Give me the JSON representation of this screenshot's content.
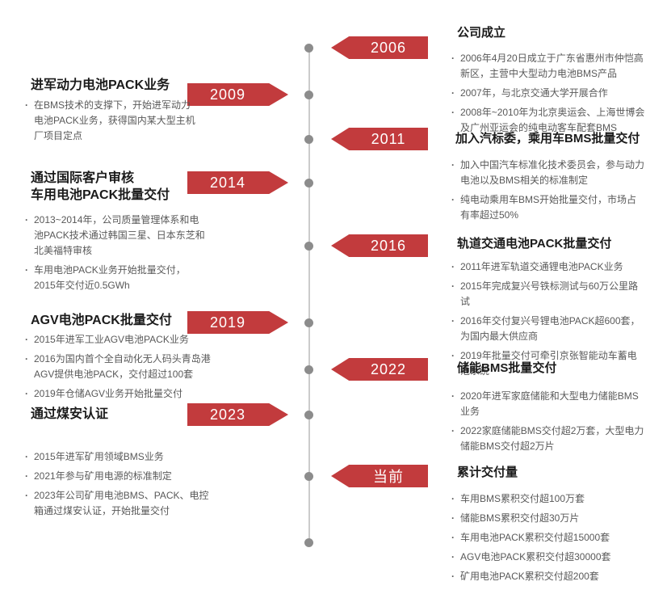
{
  "timeline": {
    "colors": {
      "accent": "#c23b3d",
      "line": "#cbcbcb",
      "dot": "#8c8c8c",
      "title_text": "#1b1b1b",
      "body_text": "#595959"
    },
    "events": [
      {
        "year": "2006",
        "side": "right",
        "title": "公司成立",
        "bullets": [
          "2006年4月20日成立于广东省惠州市仲恺高新区，主营中大型动力电池BMS产品",
          "2007年，与北京交通大学开展合作",
          "2008年~2010年为北京奥运会、上海世博会及广州亚运会的纯电动客车配套BMS"
        ]
      },
      {
        "year": "2009",
        "side": "left",
        "title": "进军动力电池PACK业务",
        "bullets": [
          "在BMS技术的支撑下，开始进军动力电池PACK业务，获得国内某大型主机厂项目定点"
        ]
      },
      {
        "year": "2011",
        "side": "right",
        "title": "加入汽标委，乘用车BMS批量交付",
        "bullets": [
          "加入中国汽车标准化技术委员会，参与动力电池以及BMS相关的标准制定",
          "纯电动乘用车BMS开始批量交付，市场占有率超过50%"
        ]
      },
      {
        "year": "2014",
        "side": "left",
        "title": "通过国际客户审核\n车用电池PACK批量交付",
        "bullets": [
          "2013~2014年，公司质量管理体系和电池PACK技术通过韩国三星、日本东芝和北美福特审核",
          "车用电池PACK业务开始批量交付，2015年交付近0.5GWh"
        ]
      },
      {
        "year": "2016",
        "side": "right",
        "title": "轨道交通电池PACK批量交付",
        "bullets": [
          "2011年进军轨道交通锂电池PACK业务",
          "2015年完成复兴号铁标测试与60万公里路试",
          "2016年交付复兴号锂电池PACK超600套，为国内最大供应商",
          "2019年批量交付可牵引京张智能动车蓄电池系统"
        ]
      },
      {
        "year": "2019",
        "side": "left",
        "title": "AGV电池PACK批量交付",
        "bullets": [
          "2015年进军工业AGV电池PACK业务",
          "2016为国内首个全自动化无人码头青岛港AGV提供电池PACK，交付超过100套",
          "2019年仓储AGV业务开始批量交付"
        ]
      },
      {
        "year": "2022",
        "side": "right",
        "title": "储能BMS批量交付",
        "bullets": [
          "2020年进军家庭储能和大型电力储能BMS业务",
          "2022家庭储能BMS交付超2万套，大型电力储能BMS交付超2万片"
        ]
      },
      {
        "year": "2023",
        "side": "left",
        "title": "通过煤安认证",
        "bullets": [
          "2015年进军矿用领域BMS业务",
          "2021年参与矿用电源的标准制定",
          "2023年公司矿用电池BMS、PACK、电控箱通过煤安认证，开始批量交付"
        ]
      },
      {
        "year": "当前",
        "side": "right",
        "title": "累计交付量",
        "bullets": [
          "车用BMS累积交付超100万套",
          "储能BMS累积交付超30万片",
          "车用电池PACK累积交付超15000套",
          "AGV电池PACK累积交付超30000套",
          "矿用电池PACK累积交付超200套"
        ]
      }
    ]
  }
}
